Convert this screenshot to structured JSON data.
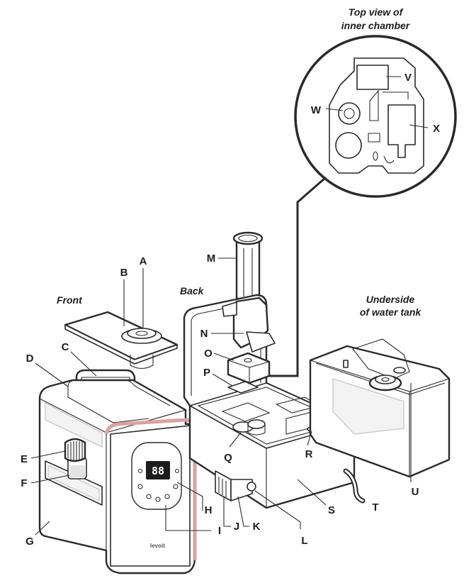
{
  "captions": {
    "top_view": [
      "Top view of",
      "inner chamber"
    ],
    "front": "Front",
    "back": "Back",
    "underside": [
      "Underside",
      "of water tank"
    ]
  },
  "display": {
    "readout": "88"
  },
  "brand": "levoit",
  "labels": {
    "A": "A",
    "B": "B",
    "C": "C",
    "D": "D",
    "E": "E",
    "F": "F",
    "G": "G",
    "H": "H",
    "I": "I",
    "J": "J",
    "K": "K",
    "L": "L",
    "M": "M",
    "N": "N",
    "O": "O",
    "P": "P",
    "Q": "Q",
    "R": "R",
    "S": "S",
    "T": "T",
    "U": "U",
    "V": "V",
    "W": "W",
    "X": "X"
  }
}
